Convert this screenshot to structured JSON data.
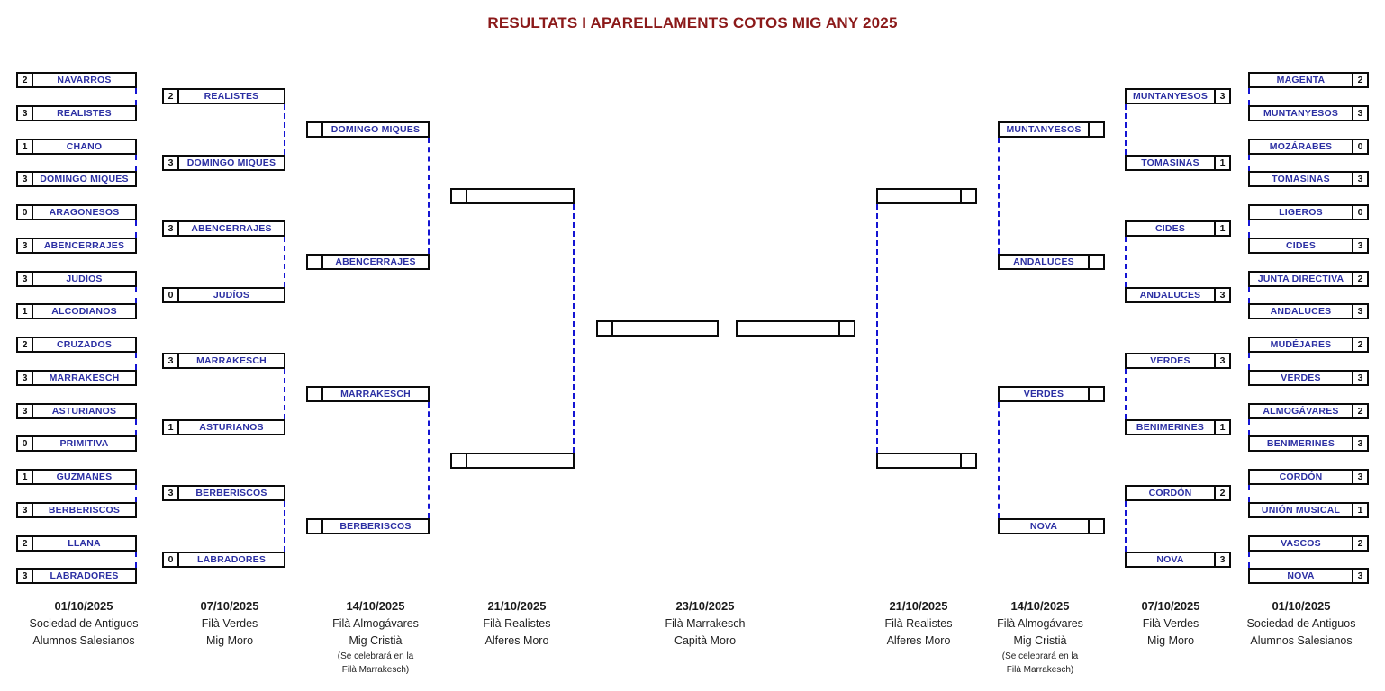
{
  "title": {
    "text": "RESULTATS I APARELLAMENTS COTOS MIG ANY 2025"
  },
  "colors": {
    "title": "#8b1919",
    "team": "#2b2fa3",
    "score": "#111111",
    "border": "#0a0a0a",
    "connector": "#1414d2"
  },
  "bracket": {
    "left": {
      "round1": [
        {
          "score": "2",
          "name": "NAVARROS"
        },
        {
          "score": "3",
          "name": "REALISTES"
        },
        {
          "score": "1",
          "name": "CHANO"
        },
        {
          "score": "3",
          "name": "DOMINGO MIQUES"
        },
        {
          "score": "0",
          "name": "ARAGONESOS"
        },
        {
          "score": "3",
          "name": "ABENCERRAJES"
        },
        {
          "score": "3",
          "name": "JUDÍOS"
        },
        {
          "score": "1",
          "name": "ALCODIANOS"
        },
        {
          "score": "2",
          "name": "CRUZADOS"
        },
        {
          "score": "3",
          "name": "MARRAKESCH"
        },
        {
          "score": "3",
          "name": "ASTURIANOS"
        },
        {
          "score": "0",
          "name": "PRIMITIVA"
        },
        {
          "score": "1",
          "name": "GUZMANES"
        },
        {
          "score": "3",
          "name": "BERBERISCOS"
        },
        {
          "score": "2",
          "name": "LLANA"
        },
        {
          "score": "3",
          "name": "LABRADORES"
        }
      ],
      "round2": [
        {
          "score": "2",
          "name": "REALISTES"
        },
        {
          "score": "3",
          "name": "DOMINGO MIQUES"
        },
        {
          "score": "3",
          "name": "ABENCERRAJES"
        },
        {
          "score": "0",
          "name": "JUDÍOS"
        },
        {
          "score": "3",
          "name": "MARRAKESCH"
        },
        {
          "score": "1",
          "name": "ASTURIANOS"
        },
        {
          "score": "3",
          "name": "BERBERISCOS"
        },
        {
          "score": "0",
          "name": "LABRADORES"
        }
      ],
      "round3": [
        {
          "score": "",
          "name": "DOMINGO MIQUES"
        },
        {
          "score": "",
          "name": "ABENCERRAJES"
        },
        {
          "score": "",
          "name": "MARRAKESCH"
        },
        {
          "score": "",
          "name": "BERBERISCOS"
        }
      ],
      "round4": [
        {
          "score": "",
          "name": ""
        },
        {
          "score": "",
          "name": ""
        }
      ]
    },
    "final": {
      "left": [
        {
          "score": "",
          "name": ""
        }
      ],
      "right": [
        {
          "score": "",
          "name": ""
        }
      ]
    },
    "right": {
      "round4": [
        {
          "score": "",
          "name": ""
        },
        {
          "score": "",
          "name": ""
        }
      ],
      "round3": [
        {
          "score": "",
          "name": "MUNTANYESOS"
        },
        {
          "score": "",
          "name": "ANDALUCES"
        },
        {
          "score": "",
          "name": "VERDES"
        },
        {
          "score": "",
          "name": "NOVA"
        }
      ],
      "round2": [
        {
          "score": "3",
          "name": "MUNTANYESOS"
        },
        {
          "score": "1",
          "name": "TOMASINAS"
        },
        {
          "score": "1",
          "name": "CIDES"
        },
        {
          "score": "3",
          "name": "ANDALUCES"
        },
        {
          "score": "3",
          "name": "VERDES"
        },
        {
          "score": "1",
          "name": "BENIMERINES"
        },
        {
          "score": "2",
          "name": "CORDÓN"
        },
        {
          "score": "3",
          "name": "NOVA"
        }
      ],
      "round1": [
        {
          "score": "2",
          "name": "MAGENTA"
        },
        {
          "score": "3",
          "name": "MUNTANYESOS"
        },
        {
          "score": "0",
          "name": "MOZÁRABES"
        },
        {
          "score": "3",
          "name": "TOMASINAS"
        },
        {
          "score": "0",
          "name": "LIGEROS"
        },
        {
          "score": "3",
          "name": "CIDES"
        },
        {
          "score": "2",
          "name": "JUNTA DIRECTIVA"
        },
        {
          "score": "3",
          "name": "ANDALUCES"
        },
        {
          "score": "2",
          "name": "MUDÉJARES"
        },
        {
          "score": "3",
          "name": "VERDES"
        },
        {
          "score": "2",
          "name": "ALMOGÁVARES"
        },
        {
          "score": "3",
          "name": "BENIMERINES"
        },
        {
          "score": "3",
          "name": "CORDÓN"
        },
        {
          "score": "1",
          "name": "UNIÓN MUSICAL"
        },
        {
          "score": "2",
          "name": "VASCOS"
        },
        {
          "score": "3",
          "name": "NOVA"
        }
      ]
    }
  },
  "footers": [
    {
      "date": "01/10/2025",
      "line1": "Sociedad de Antiguos",
      "line2": "Alumnos Salesianos"
    },
    {
      "date": "07/10/2025",
      "line1": "Filà Verdes",
      "line2": "Mig Moro"
    },
    {
      "date": "14/10/2025",
      "line1": "Filà Almogávares",
      "line2": "Mig Cristià",
      "small1": "(Se celebrará en la",
      "small2": "Filà Marrakesch)"
    },
    {
      "date": "21/10/2025",
      "line1": "Filà Realistes",
      "line2": "Alferes Moro"
    },
    {
      "date": "23/10/2025",
      "line1": "Filà Marrakesch",
      "line2": "Capità Moro"
    },
    {
      "date": "21/10/2025",
      "line1": "Filà Realistes",
      "line2": "Alferes Moro"
    },
    {
      "date": "14/10/2025",
      "line1": "Filà Almogávares",
      "line2": "Mig Cristià",
      "small1": "(Se celebrará en la",
      "small2": "Filà Marrakesch)"
    },
    {
      "date": "07/10/2025",
      "line1": "Filà Verdes",
      "line2": "Mig Moro"
    },
    {
      "date": "01/10/2025",
      "line1": "Sociedad de Antiguos",
      "line2": "Alumnos Salesianos"
    }
  ]
}
